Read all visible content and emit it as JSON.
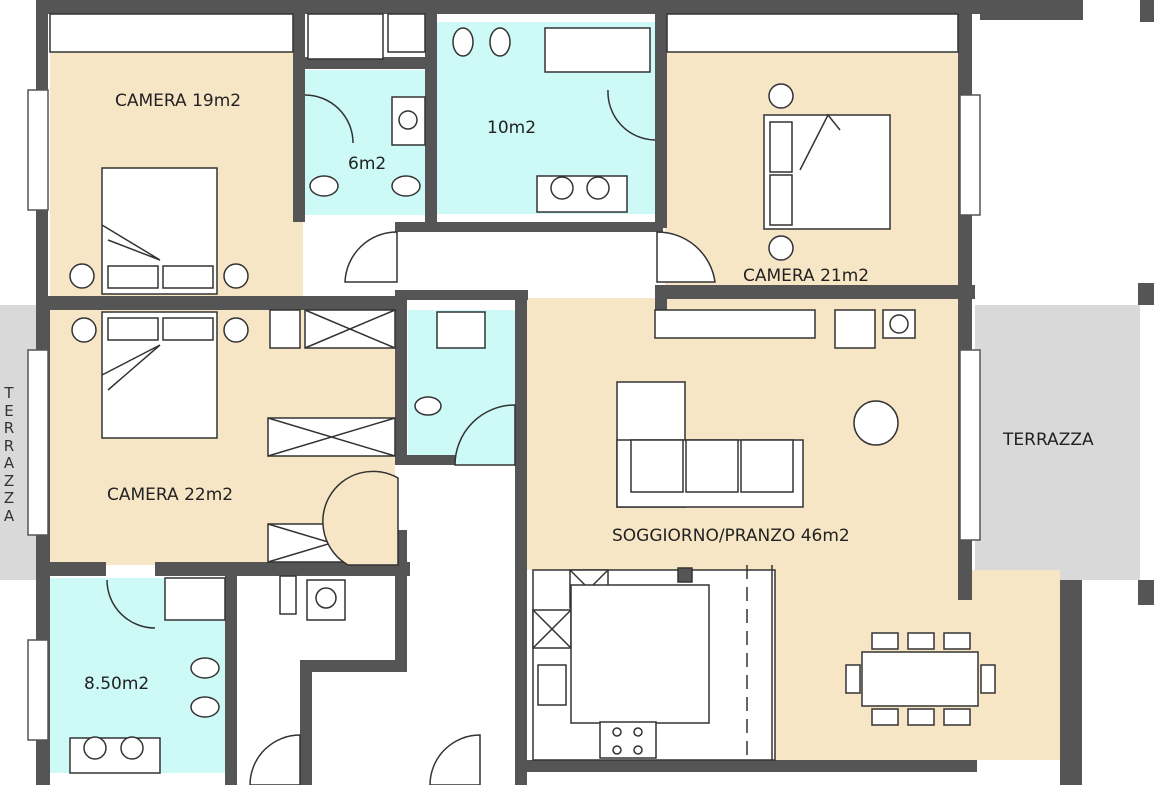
{
  "rooms": {
    "camera_19": "CAMERA 19m2",
    "bath_6": "6m2",
    "bath_10": "10m2",
    "camera_21": "CAMERA 21m2",
    "camera_22": "CAMERA 22m2",
    "soggiorno": "SOGGIORNO/PRANZO 46m2",
    "bath_850": "8.50m2",
    "terrazza_right": "TERRAZZA",
    "terrazza_left": "TERRAZZA"
  },
  "colors": {
    "bedroom_fill": "#f7e6c6",
    "bath_fill": "#cdfaf6",
    "wall": "#555555",
    "terrace_fill": "#d9d9d9",
    "background": "#ffffff"
  }
}
